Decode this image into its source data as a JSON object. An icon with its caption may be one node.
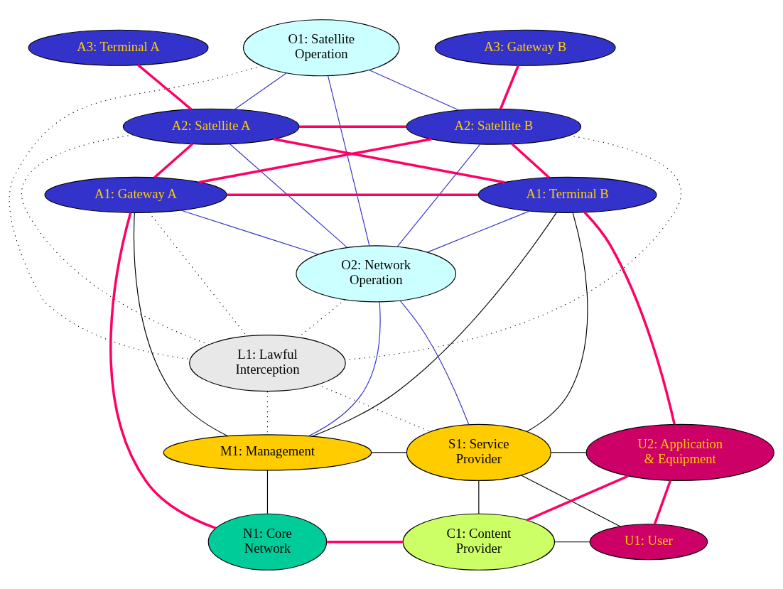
{
  "diagram": {
    "nodes": [
      {
        "text": [
          "A3: Terminal A"
        ]
      },
      {
        "text": [
          "O1: Satellite Operation"
        ]
      },
      {
        "text": [
          "A3: Gateway B"
        ]
      },
      {
        "text": [
          "A2: Satellite A"
        ]
      },
      {
        "text": [
          "A2: Satellite B"
        ]
      },
      {
        "text": [
          "A1: Gateway A"
        ]
      },
      {
        "text": [
          "A1: Terminal B"
        ]
      },
      {
        "text": [
          "O2: Network Operation"
        ]
      },
      {
        "text": [
          "L1: Lawful Interception"
        ]
      },
      {
        "text": [
          "M1: Management"
        ]
      },
      {
        "text": [
          "S1: Service Provider"
        ]
      },
      {
        "text": [
          "U2: Application & Equipment"
        ]
      },
      {
        "text": [
          "N1: Core Network"
        ]
      },
      {
        "text": [
          "C1: Content Provider"
        ]
      },
      {
        "text": [
          "U1: User"
        ]
      }
    ],
    "edges": [
      {
        "from": 0,
        "to": 3,
        "arrow": "none",
        "style": "thick",
        "color": "#ff0066"
      },
      {
        "from": 2,
        "to": 4,
        "arrow": "none",
        "style": "thick",
        "color": "#ff0066"
      },
      {
        "from": 1,
        "to": 3,
        "arrow": "none",
        "color": "#3333cc"
      },
      {
        "from": 1,
        "to": 4,
        "arrow": "none",
        "color": "#3333cc"
      },
      {
        "from": 1,
        "to": 7,
        "arrow": "none",
        "color": "#3333cc"
      },
      {
        "from": 3,
        "to": 5,
        "arrow": "none",
        "style": "thick",
        "color": "#ff0066"
      },
      {
        "from": 4,
        "to": 6,
        "arrow": "none",
        "style": "thick",
        "color": "#ff0066"
      },
      {
        "from": 3,
        "to": 4,
        "arrow": "none",
        "style": "thick",
        "color": "#ff0066"
      },
      {
        "from": 3,
        "to": 6,
        "arrow": "none",
        "style": "thick",
        "color": "#ff0066"
      },
      {
        "from": 5,
        "to": 4,
        "arrow": "none",
        "style": "thick",
        "color": "#ff0066"
      },
      {
        "from": 5,
        "to": 6,
        "arrow": "none",
        "style": "thick",
        "color": "#ff0066"
      },
      {
        "from": 3,
        "to": 7,
        "arrow": "none",
        "color": "#3333cc"
      },
      {
        "from": 4,
        "to": 7,
        "arrow": "none",
        "color": "#3333cc"
      },
      {
        "from": 5,
        "to": 7,
        "arrow": "none",
        "color": "#3333cc"
      },
      {
        "from": 6,
        "to": 7,
        "arrow": "none",
        "color": "#3333cc"
      },
      {
        "from": 1,
        "to": 8,
        "arrow": "none",
        "style": "dashed"
      },
      {
        "from": 3,
        "to": 8,
        "arrow": "none",
        "style": "dashed"
      },
      {
        "from": 4,
        "to": 8,
        "arrow": "none",
        "style": "dashed"
      },
      {
        "from": 7,
        "to": 8,
        "arrow": "none",
        "style": "dashed"
      },
      {
        "from": 5,
        "to": 8,
        "arrow": "none",
        "style": "dashed"
      },
      {
        "from": 8,
        "to": 9,
        "arrow": "none",
        "style": "dashed"
      },
      {
        "from": 8,
        "to": 10,
        "arrow": "none",
        "style": "dashed"
      },
      {
        "from": 7,
        "to": 9,
        "arrow": "none",
        "color": "#3333cc"
      },
      {
        "from": 7,
        "to": 10,
        "arrow": "none",
        "color": "#3333cc"
      },
      {
        "from": 5,
        "to": 9,
        "arrow": "none"
      },
      {
        "from": 6,
        "to": 9,
        "arrow": "none"
      },
      {
        "from": 6,
        "to": 10,
        "arrow": "none"
      },
      {
        "from": 5,
        "to": 12,
        "arrow": "none",
        "style": "thick",
        "color": "#ff0066"
      },
      {
        "from": 6,
        "to": 11,
        "arrow": "none",
        "style": "thick",
        "color": "#ff0066"
      },
      {
        "from": 9,
        "to": 10,
        "arrow": "none"
      },
      {
        "from": 10,
        "to": 11,
        "arrow": "none"
      },
      {
        "from": 9,
        "to": 12,
        "arrow": "none"
      },
      {
        "from": 10,
        "to": 13,
        "arrow": "none"
      },
      {
        "from": 10,
        "to": 14,
        "arrow": "none"
      },
      {
        "from": 11,
        "to": 13,
        "arrow": "none",
        "style": "thick",
        "color": "#ff0066"
      },
      {
        "from": 11,
        "to": 14,
        "arrow": "none",
        "style": "thick",
        "color": "#ff0066"
      },
      {
        "from": 12,
        "to": 13,
        "arrow": "none",
        "style": "thick",
        "color": "#ff0066"
      },
      {
        "from": 13,
        "to": 14,
        "arrow": "none"
      }
    ]
  }
}
